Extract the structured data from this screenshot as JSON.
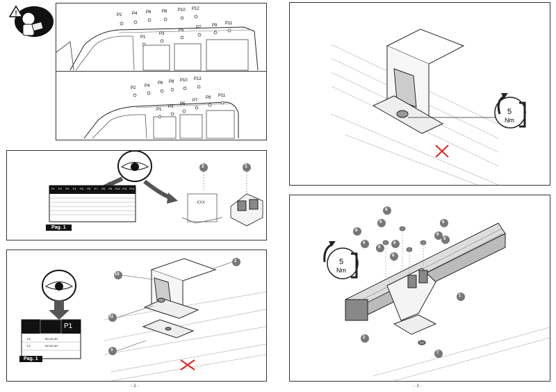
{
  "pages": {
    "left_number": "- 2 -",
    "right_number": "- 3 -"
  },
  "van_top": {
    "points": [
      "P2",
      "P4",
      "P6",
      "P8",
      "P10",
      "P12",
      "P1",
      "P3",
      "P5",
      "P7",
      "P9",
      "P11"
    ]
  },
  "van_bottom": {
    "points": [
      "P2",
      "P4",
      "P6",
      "P8",
      "P10",
      "P12",
      "P1",
      "P3",
      "P5",
      "P7",
      "P9",
      "P11"
    ]
  },
  "table_panel": {
    "headers": [
      "P1",
      "P2",
      "P3",
      "P4",
      "P5",
      "P6",
      "P7",
      "P8",
      "P9",
      "P10",
      "P11",
      "P12"
    ],
    "page_tab": "Pag. 1",
    "part2_callout": "2",
    "part1_callout": "1",
    "part2_marking": "XXX"
  },
  "assembly_panel": {
    "table_header": "P1",
    "table_rows": [
      "BO.00.HH",
      "BO.00.HH"
    ],
    "row_codes": [
      "1.8",
      "1.8"
    ],
    "page_tab": "Pag. 1",
    "callouts": [
      "10",
      "2",
      "11",
      "3"
    ]
  },
  "torque_panel_top": {
    "torque_value": "5",
    "torque_unit": "Nm"
  },
  "final_panel": {
    "torque_value": "5",
    "torque_unit": "Nm",
    "callouts": [
      "8",
      "9",
      "8",
      "9",
      "8",
      "9",
      "8",
      "9",
      "8",
      "9",
      "1",
      "2",
      "7"
    ]
  }
}
